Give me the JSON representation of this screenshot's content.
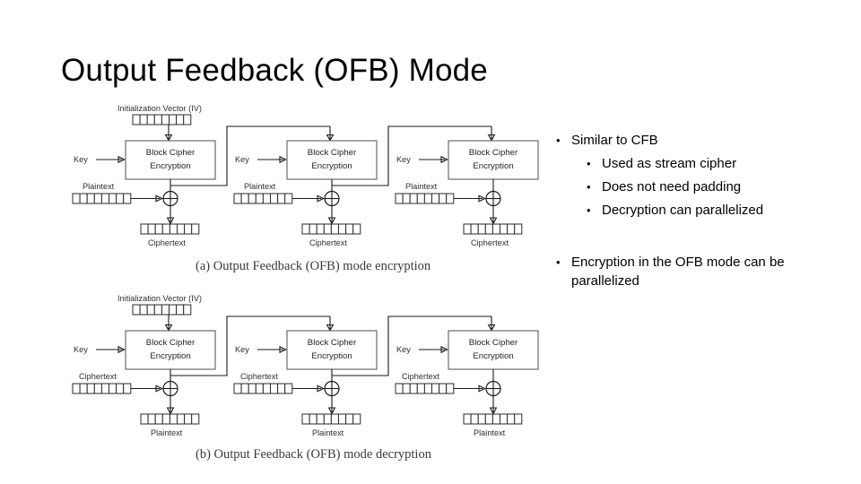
{
  "slide": {
    "title": "Output Feedback (OFB) Mode",
    "background_color": "#ffffff",
    "text_color": "#000000"
  },
  "figures": [
    {
      "id": "encryption",
      "caption": "(a)  Output Feedback (OFB) mode encryption",
      "iv_label": "Initialization Vector (IV)",
      "stages": [
        {
          "key_label": "Key",
          "cipher_line1": "Block Cipher",
          "cipher_line2": "Encryption",
          "input_label": "Plaintext",
          "output_label": "Ciphertext",
          "xor_symbol": "+"
        },
        {
          "key_label": "Key",
          "cipher_line1": "Block Cipher",
          "cipher_line2": "Encryption",
          "input_label": "Plaintext",
          "output_label": "Ciphertext",
          "xor_symbol": "+"
        },
        {
          "key_label": "Key",
          "cipher_line1": "Block Cipher",
          "cipher_line2": "Encryption",
          "input_label": "Plaintext",
          "output_label": "Ciphertext",
          "xor_symbol": "+"
        }
      ]
    },
    {
      "id": "decryption",
      "caption": "(b)  Output Feedback (OFB) mode decryption",
      "iv_label": "Initialization Vector (IV)",
      "stages": [
        {
          "key_label": "Key",
          "cipher_line1": "Block Cipher",
          "cipher_line2": "Encryption",
          "input_label": "Ciphertext",
          "output_label": "Plaintext",
          "xor_symbol": "+"
        },
        {
          "key_label": "Key",
          "cipher_line1": "Block Cipher",
          "cipher_line2": "Encryption",
          "input_label": "Ciphertext",
          "output_label": "Plaintext",
          "xor_symbol": "+"
        },
        {
          "key_label": "Key",
          "cipher_line1": "Block Cipher",
          "cipher_line2": "Encryption",
          "input_label": "Ciphertext",
          "output_label": "Plaintext",
          "xor_symbol": "+"
        }
      ]
    }
  ],
  "bullets": {
    "primary": {
      "marker": "•",
      "text": "Similar to CFB",
      "children": [
        {
          "marker": "•",
          "text": "Used as stream cipher"
        },
        {
          "marker": "•",
          "text": "Does not need padding"
        },
        {
          "marker": "•",
          "text": "Decryption can parallelized"
        }
      ]
    },
    "secondary": {
      "marker": "•",
      "text": "Encryption in the OFB mode can be parallelized"
    }
  }
}
